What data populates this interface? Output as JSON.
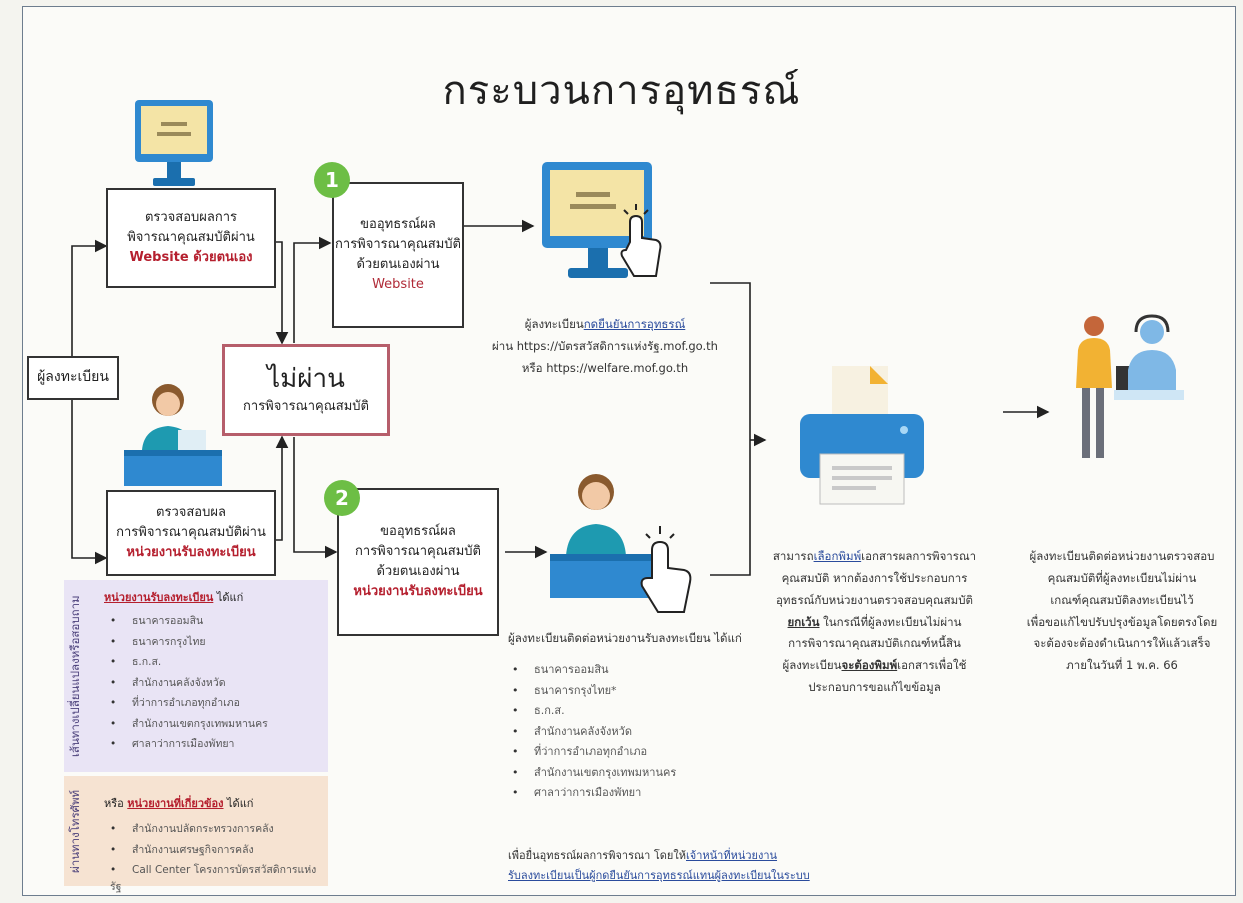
{
  "title": "กระบวนการอุทธรณ์",
  "registrant": "ผู้ลงทะเบียน",
  "check_self": {
    "line1": "ตรวจสอบผลการ",
    "line2": "พิจารณาคุณสมบัติผ่าน",
    "line3": "Website ด้วยตนเอง"
  },
  "check_unit": {
    "line1": "ตรวจสอบผล",
    "line2": "การพิจารณาคุณสมบัติผ่าน",
    "line3": "หน่วยงานรับลงทะเบียน"
  },
  "fail": {
    "main": "ไม่ผ่าน",
    "sub": "การพิจารณาคุณสมบัติ"
  },
  "step1": {
    "number": "1",
    "line1": "ขออุทธรณ์ผล",
    "line2": "การพิจารณาคุณสมบัติ",
    "line3": "ด้วยตนเองผ่าน",
    "line4": "Website"
  },
  "step2": {
    "number": "2",
    "line1": "ขออุทธรณ์ผล",
    "line2": "การพิจารณาคุณสมบัติ",
    "line3": "ด้วยตนเองผ่าน",
    "line4": "หน่วยงานรับลงทะเบียน"
  },
  "web_note": {
    "prefix": "ผู้ลงทะเบียน",
    "link": "กดยืนยันการอุทธรณ์",
    "line2": "ผ่าน https://บัตรสวัสดิการแห่งรัฐ.mof.go.th",
    "line3": "หรือ https://welfare.mof.go.th"
  },
  "unit_note": {
    "intro": "ผู้ลงทะเบียนติดต่อหน่วยงานรับลงทะเบียน ได้แก่",
    "items": [
      "ธนาคารออมสิน",
      "ธนาคารกรุงไทย*",
      "ธ.ก.ส.",
      "สำนักงานคลังจังหวัด",
      "ที่ว่าการอำเภอทุกอำเภอ",
      "สำนักงานเขตกรุงเทพมหานคร",
      "ศาลาว่าการเมืองพัทยา"
    ],
    "footer_plain": "เพื่อยื่นอุทธรณ์ผลการพิจารณา โดยให้",
    "footer_link1": "เจ้าหน้าที่หน่วยงาน",
    "footer_link2": "รับลงทะเบียนเป็นผู้กดยืนยันการอุทธรณ์แทนผู้ลงทะเบียนในระบบ"
  },
  "print_note": {
    "l1_a": "สามารถ",
    "l1_b": "เลือกพิมพ์",
    "l1_c": "เอกสารผลการพิจารณา",
    "l2": "คุณสมบัติ หากต้องการใช้ประกอบการ",
    "l3": "อุทธรณ์กับหน่วยงานตรวจสอบคุณสมบัติ",
    "l4_a": "ยกเว้น",
    "l4_b": " ในกรณีที่ผู้ลงทะเบียนไม่ผ่าน",
    "l5": "การพิจารณาคุณสมบัติเกณฑ์หนี้สิน",
    "l6_a": "ผู้ลงทะเบียน",
    "l6_b": "จะต้องพิมพ์",
    "l6_c": "เอกสารเพื่อใช้",
    "l7": "ประกอบการขอแก้ไขข้อมูล"
  },
  "contact_note": {
    "l1": "ผู้ลงทะเบียนติดต่อหน่วยงานตรวจสอบ",
    "l2": "คุณสมบัติที่ผู้ลงทะเบียนไม่ผ่าน",
    "l3": "เกณฑ์คุณสมบัติลงทะเบียนไว้",
    "l4": "เพื่อขอแก้ไขปรับปรุงข้อมูลโดยตรงโดย",
    "l5": "จะต้องจะต้องดำเนินการให้แล้วเสร็จ",
    "l6": "ภายในวันที่ 1 พ.ค. 66"
  },
  "side_units": {
    "vlabel": "เส้นทางเปลี่ยนแปลงหรือสอบถาม",
    "heading_link": "หน่วยงานรับลงทะเบียน",
    "heading_rest": " ได้แก่",
    "items": [
      "ธนาคารออมสิน",
      "ธนาคารกรุงไทย",
      "ธ.ก.ส.",
      "สำนักงานคลังจังหวัด",
      "ที่ว่าการอำเภอทุกอำเภอ",
      "สำนักงานเขตกรุงเทพมหานคร",
      "ศาลาว่าการเมืองพัทยา"
    ]
  },
  "side_phone": {
    "vlabel": "ผ่านทางโทรศัพท์",
    "heading_pre": "หรือ ",
    "heading_link": "หน่วยงานที่เกี่ยวข้อง",
    "heading_rest": " ได้แก่",
    "items": [
      "สำนักงานปลัดกระทรวงการคลัง",
      "สำนักงานเศรษฐกิจการคลัง",
      "Call Center โครงการบัตรสวัสดิการแห่งรัฐ"
    ]
  },
  "colors": {
    "accent_red": "#b02a37",
    "step_green": "#6dbe45",
    "link_blue": "#2a4b9c",
    "purple_panel": "#e9e4f5",
    "orange_panel": "#f6e3d2"
  }
}
